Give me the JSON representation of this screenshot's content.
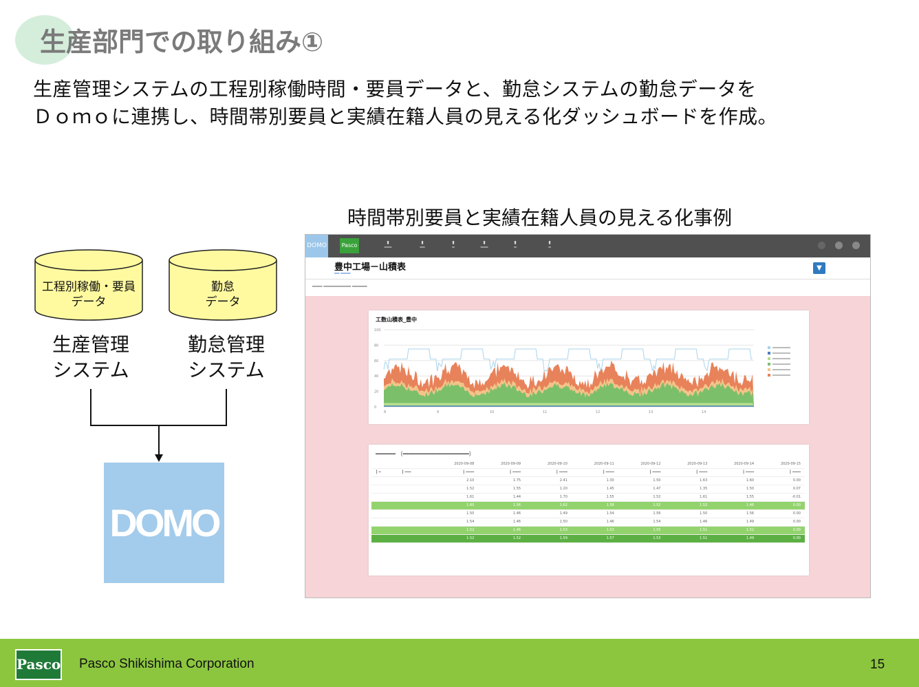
{
  "title": "生産部門での取り組み①",
  "body": [
    "生産管理システムの工程別稼働時間・要員データと、勤怠システムの勤怠データを",
    "Ｄｏｍｏに連携し、時間帯別要員と実績在籍人員の見える化ダッシュボードを作成。"
  ],
  "diagram": {
    "db1": [
      "工程別稼働・要員",
      "データ"
    ],
    "db2": [
      "勤怠",
      "データ"
    ],
    "sys1": [
      "生産管理",
      "システム"
    ],
    "sys2": [
      "勤怠管理",
      "システム"
    ],
    "domo_logo": "DOMO"
  },
  "caption": "時間帯別要員と実績在籍人員の見える化事例",
  "dashboard": {
    "page_title": "豊中工場－山積表",
    "chart_title": "工数山積表_豊中",
    "y_ticks": [
      "100",
      "80",
      "60",
      "40",
      "20",
      "0"
    ],
    "x_ticks": [
      "8",
      "9",
      "10",
      "11",
      "12",
      "13",
      "14"
    ],
    "dates": [
      "2020-09-08",
      "2020-09-09",
      "2020-09-10",
      "2020-09-11",
      "2020-09-12",
      "2020-09-13",
      "2020-09-14",
      "2020-09-15"
    ],
    "rows": [
      {
        "cls": "",
        "c": [
          "",
          "",
          "2.10",
          "1.75",
          "2.41",
          "1.30",
          "1.50",
          "1.63",
          "1.60",
          "0.00"
        ]
      },
      {
        "cls": "",
        "c": [
          "",
          "",
          "1.52",
          "1.55",
          "1.20",
          "1.45",
          "1.47",
          "1.35",
          "1.50",
          "0.07"
        ]
      },
      {
        "cls": "",
        "c": [
          "",
          "",
          "1.61",
          "1.44",
          "1.70",
          "1.55",
          "1.52",
          "1.61",
          "1.55",
          "-0.01"
        ]
      },
      {
        "cls": "g1",
        "c": [
          "",
          "",
          "1.60",
          "1.56",
          "1.62",
          "1.58",
          "1.52",
          "1.52",
          "1.46",
          "0.00"
        ]
      },
      {
        "cls": "",
        "c": [
          "",
          "",
          "1.50",
          "1.46",
          "1.49",
          "1.54",
          "1.56",
          "1.50",
          "1.56",
          "0.00"
        ]
      },
      {
        "cls": "",
        "c": [
          "",
          "",
          "1.54",
          "1.46",
          "1.50",
          "1.46",
          "1.54",
          "1.46",
          "1.49",
          "0.00"
        ]
      },
      {
        "cls": "g1",
        "c": [
          "",
          "",
          "1.52",
          "1.46",
          "1.53",
          "1.53",
          "1.55",
          "1.51",
          "1.52",
          "0.00"
        ]
      },
      {
        "cls": "g2",
        "c": [
          "",
          "",
          "1.52",
          "1.52",
          "1.59",
          "1.57",
          "1.53",
          "1.51",
          "1.49",
          "0.00"
        ]
      }
    ],
    "colors": {
      "line": "#a9d3ec",
      "orange": "#e8825a",
      "beige": "#f2c48a",
      "green": "#7cbf6a",
      "lightgreen": "#b6dd8e",
      "blue": "#4a7fc0"
    }
  },
  "footer": {
    "logo": "Pasco",
    "company": "Pasco  Shikishima Corporation",
    "page": "15"
  }
}
